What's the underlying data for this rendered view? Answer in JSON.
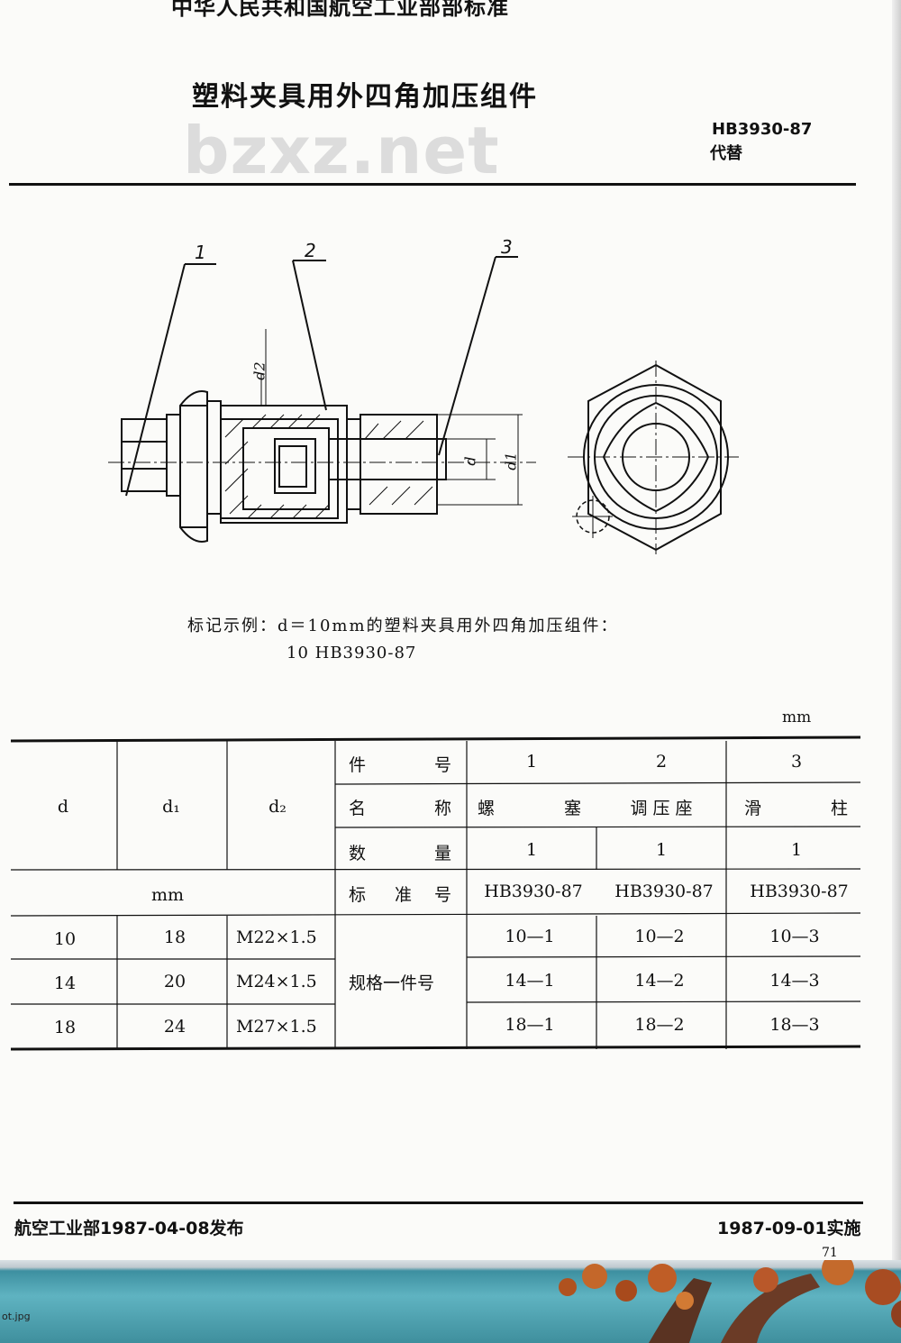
{
  "header": {
    "org": "中华人民共和国航空工业部部标准",
    "title": "塑料夹具用外四角加压组件",
    "std_no": "HB3930-87",
    "replace": "代替",
    "watermark": "bzxz.net"
  },
  "drawing": {
    "labels": [
      "1",
      "2",
      "3"
    ],
    "dims": [
      "d2",
      "d",
      "d1"
    ]
  },
  "marking": {
    "line1": "标记示例：d＝10mm的塑料夹具用外四角加压组件：",
    "line2": "10    HB3930-87"
  },
  "table": {
    "unit": "mm",
    "col_d": "d",
    "col_d1": "d₁",
    "col_d2": "d₂",
    "mm": "mm",
    "row_part_no": {
      "label_a": "件",
      "label_b": "号",
      "values": [
        "1",
        "2",
        "3"
      ]
    },
    "row_name": {
      "label_a": "名",
      "label_b": "称",
      "values": [
        [
          "螺",
          "塞"
        ],
        [
          "调 压 座"
        ],
        [
          "滑",
          "柱"
        ]
      ]
    },
    "row_qty": {
      "label_a": "数",
      "label_b": "量",
      "values": [
        "1",
        "1",
        "1"
      ]
    },
    "row_std": {
      "label_a": "标",
      "label_b": "准",
      "label_c": "号",
      "values": [
        "HB3930-87",
        "HB3930-87",
        "HB3930-87"
      ]
    },
    "spec_label": "规格一件号",
    "rows": [
      {
        "d": "10",
        "d1": "18",
        "d2": "M22×1.5",
        "p1": "10—1",
        "p2": "10—2",
        "p3": "10—3"
      },
      {
        "d": "14",
        "d1": "20",
        "d2": "M24×1.5",
        "p1": "14—1",
        "p2": "14—2",
        "p3": "14—3"
      },
      {
        "d": "18",
        "d1": "24",
        "d2": "M27×1.5",
        "p1": "18—1",
        "p2": "18—2",
        "p3": "18—3"
      }
    ]
  },
  "footer": {
    "left": "航空工业部1987-04-08发布",
    "right": "1987-09-01实施",
    "page": "71"
  },
  "viewer": {
    "filename": "ot.jpg"
  }
}
